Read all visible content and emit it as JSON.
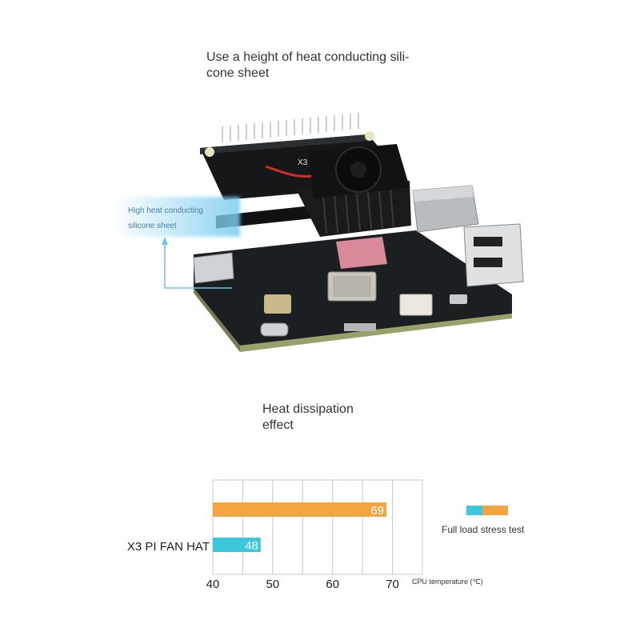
{
  "headings": {
    "top_line1": "Use a height of heat conducting sili-",
    "top_line2": "cone sheet",
    "mid_line1": "Heat dissipation",
    "mid_line2": "effect"
  },
  "callout": {
    "line1": "High heat conducting",
    "line2": "silicone sheet"
  },
  "board": {
    "fan_label": "X3"
  },
  "colors": {
    "bar_full_load": "#F2A640",
    "bar_fan_hat": "#3CC8DA",
    "callout_line": "#6ec6e6",
    "thermal_pad": "#d98a98"
  },
  "chart_data": {
    "type": "bar",
    "orientation": "horizontal",
    "categories": [
      "",
      "X3 PI FAN HAT"
    ],
    "values": [
      69,
      48
    ],
    "data_labels": [
      "69",
      "48"
    ],
    "xlabel": "CPU temperature (℃)",
    "ylabel": "",
    "xlim": [
      40,
      75
    ],
    "xticks": [
      40,
      50,
      60,
      70
    ],
    "grid": true,
    "legend": {
      "label": "Full load stress test",
      "placement": "right"
    }
  }
}
